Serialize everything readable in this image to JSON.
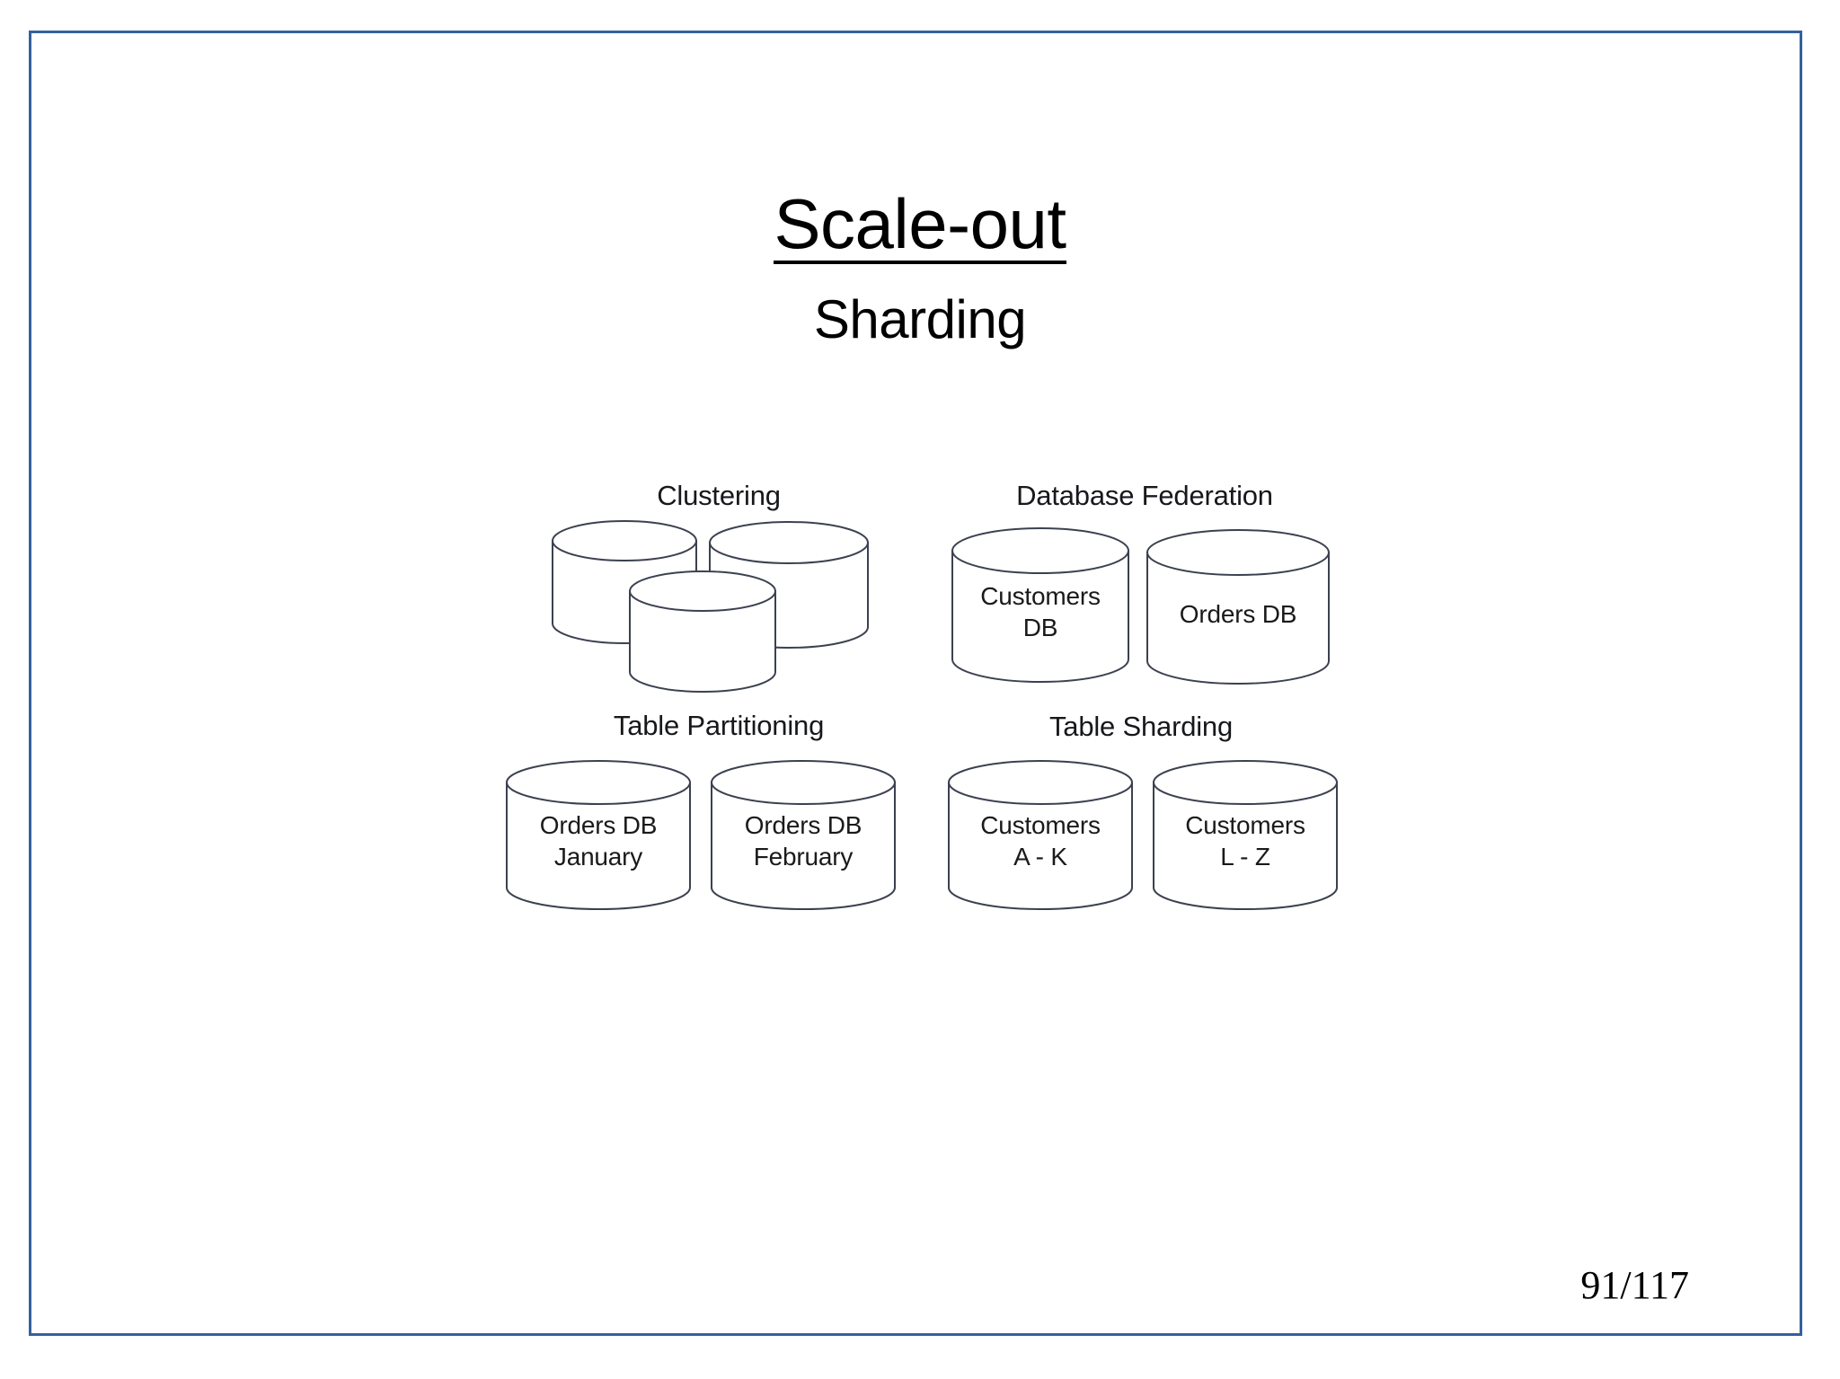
{
  "slide": {
    "title": "Scale-out",
    "subtitle": "Sharding",
    "page_number": "91/117",
    "frame_color": "#33619e",
    "stroke_color": "#3c4150",
    "text_color": "#1a1a1a"
  },
  "diagram": {
    "groups": [
      {
        "label": "Clustering",
        "cylinders": [
          {
            "lines": [
              "",
              ""
            ]
          },
          {
            "lines": [
              "",
              ""
            ]
          },
          {
            "lines": [
              "",
              ""
            ]
          }
        ]
      },
      {
        "label": "Database Federation",
        "cylinders": [
          {
            "lines": [
              "Customers",
              "DB"
            ]
          },
          {
            "lines": [
              "Orders DB",
              ""
            ]
          }
        ]
      },
      {
        "label": "Table Partitioning",
        "cylinders": [
          {
            "lines": [
              "Orders DB",
              "January"
            ]
          },
          {
            "lines": [
              "Orders DB",
              "February"
            ]
          }
        ]
      },
      {
        "label": "Table Sharding",
        "cylinders": [
          {
            "lines": [
              "Customers",
              "A - K"
            ]
          },
          {
            "lines": [
              "Customers",
              "L - Z"
            ]
          }
        ]
      }
    ]
  }
}
